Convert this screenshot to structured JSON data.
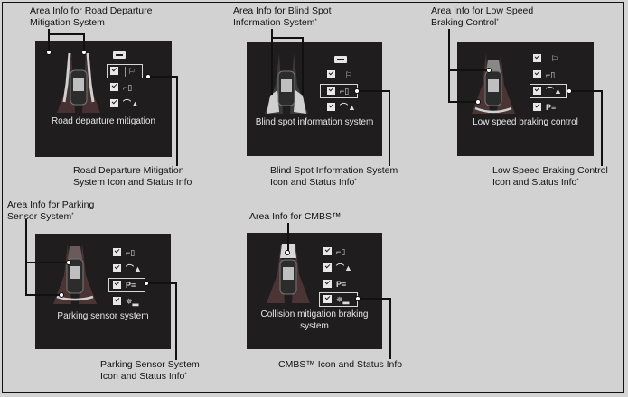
{
  "panels": [
    {
      "id": "road-departure",
      "area_caption": [
        "Area Info for Road Departure",
        "Mitigation System"
      ],
      "area_asterisk": false,
      "icon_caption": [
        "Road Departure Mitigation",
        "System Icon and Status Info"
      ],
      "icon_asterisk": false,
      "screen_title": "Road departure mitigation",
      "menu": [
        "back",
        "road-departure",
        "blind-spot",
        "low-speed-braking"
      ]
    },
    {
      "id": "blind-spot",
      "area_caption": [
        "Area Info for Blind Spot",
        "Information System"
      ],
      "area_asterisk": true,
      "icon_caption": [
        "Blind Spot Information System",
        "Icon and Status Info"
      ],
      "icon_asterisk": true,
      "screen_title": "Blind spot information system",
      "menu": [
        "back",
        "road-departure",
        "blind-spot",
        "low-speed-braking"
      ]
    },
    {
      "id": "low-speed-braking",
      "area_caption": [
        "Area Info for Low Speed",
        "Braking Control"
      ],
      "area_asterisk": true,
      "icon_caption": [
        "Low Speed Braking Control",
        "Icon and Status Info"
      ],
      "icon_asterisk": true,
      "screen_title": "Low speed braking control",
      "menu": [
        "road-departure",
        "blind-spot",
        "low-speed-braking",
        "parking-sensor"
      ]
    },
    {
      "id": "parking-sensor",
      "area_caption": [
        "Area Info for Parking",
        "Sensor System"
      ],
      "area_asterisk": true,
      "icon_caption": [
        "Parking Sensor System",
        "Icon and Status Info"
      ],
      "icon_asterisk": true,
      "screen_title": "Parking sensor system",
      "menu": [
        "blind-spot",
        "low-speed-braking",
        "parking-sensor",
        "cmbs"
      ]
    },
    {
      "id": "cmbs",
      "area_caption": [
        "Area Info for CMBS™"
      ],
      "area_asterisk": false,
      "icon_caption": [
        "CMBS™ Icon and Status Info"
      ],
      "icon_asterisk": false,
      "screen_title": "Collision mitigation braking system",
      "screen_title_lines": [
        "Collision mitigation braking",
        "system"
      ],
      "menu": [
        "blind-spot",
        "low-speed-braking",
        "parking-sensor",
        "cmbs"
      ]
    }
  ],
  "icons": {
    "back": "return-arrow-icon",
    "road-departure": "road-departure-icon",
    "blind-spot": "blind-spot-icon",
    "low-speed-braking": "low-speed-braking-icon",
    "parking-sensor": "parking-sensor-icon",
    "cmbs": "cmbs-icon"
  },
  "icon_glyphs": {
    "road-departure": "│⚐",
    "blind-spot": "⌐▯",
    "low-speed-braking": "⌒▲",
    "parking-sensor": "P≡",
    "cmbs": "✵▂"
  },
  "asterisk": "*",
  "colors": {
    "background": "#d2d2d2",
    "screen": "#1f1d1e",
    "text": "#111111",
    "screen_text": "#e8e8e8"
  }
}
